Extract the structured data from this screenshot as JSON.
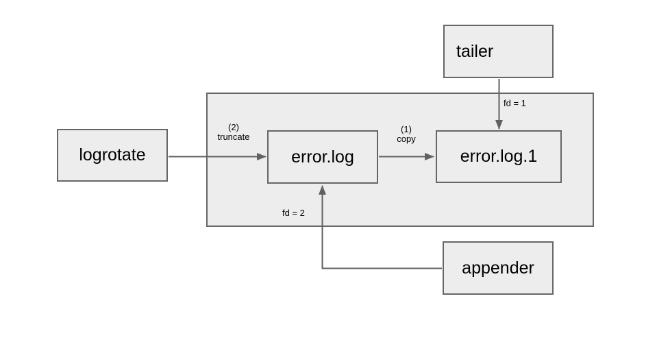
{
  "diagram": {
    "title_hint": "log rotation file-descriptor diagram",
    "colors": {
      "background": "#ffffff",
      "box_fill": "#ededed",
      "box_border": "#666666",
      "arrow": "#616161",
      "text": "#000000"
    },
    "nodes": {
      "tailer": {
        "label": "tailer"
      },
      "logrotate": {
        "label": "logrotate"
      },
      "error_log": {
        "label": "error.log"
      },
      "error_log_1": {
        "label": "error.log.1"
      },
      "appender": {
        "label": "appender"
      }
    },
    "edges": {
      "tailer_to_errorlog1": {
        "from": "tailer",
        "to": "error.log.1",
        "label": "fd = 1"
      },
      "appender_to_errorlog": {
        "from": "appender",
        "to": "error.log",
        "label": "fd = 2"
      },
      "logrotate_to_errorlog": {
        "from": "logrotate",
        "to": "error.log",
        "step": "(2)",
        "action": "truncate"
      },
      "errorlog_to_errorlog1": {
        "from": "error.log",
        "to": "error.log.1",
        "step": "(1)",
        "action": "copy"
      }
    }
  }
}
